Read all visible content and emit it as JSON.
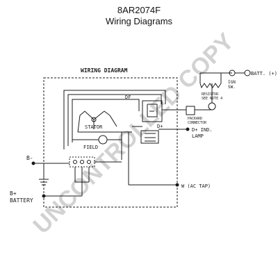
{
  "header": {
    "part_number": "8AR2074F",
    "subtitle": "Wiring Diagrams"
  },
  "diagram": {
    "heading": "WIRING DIAGRAM",
    "labels": {
      "df": "DF",
      "stator": "STATOR",
      "field": "FIELD",
      "d_plus": "D+",
      "d_plus_ind": "D+ IND.",
      "lamp": "LAMP",
      "batt": "BATT. (+)",
      "ign": "IGN",
      "sw": "SW.",
      "resistor": "RESISTOR",
      "resistor_note": "SEE NOTE 4",
      "packard": "PACKARD",
      "connector": "CONNECTOR",
      "b_minus": "B-",
      "b_plus": "B+",
      "battery": "BATTERY",
      "w_tap": "W (AC TAP)"
    }
  },
  "watermark": "UNCONTROLLED COPY",
  "colors": {
    "line": "#1a1a1a",
    "watermark": "#d0d0d0"
  }
}
